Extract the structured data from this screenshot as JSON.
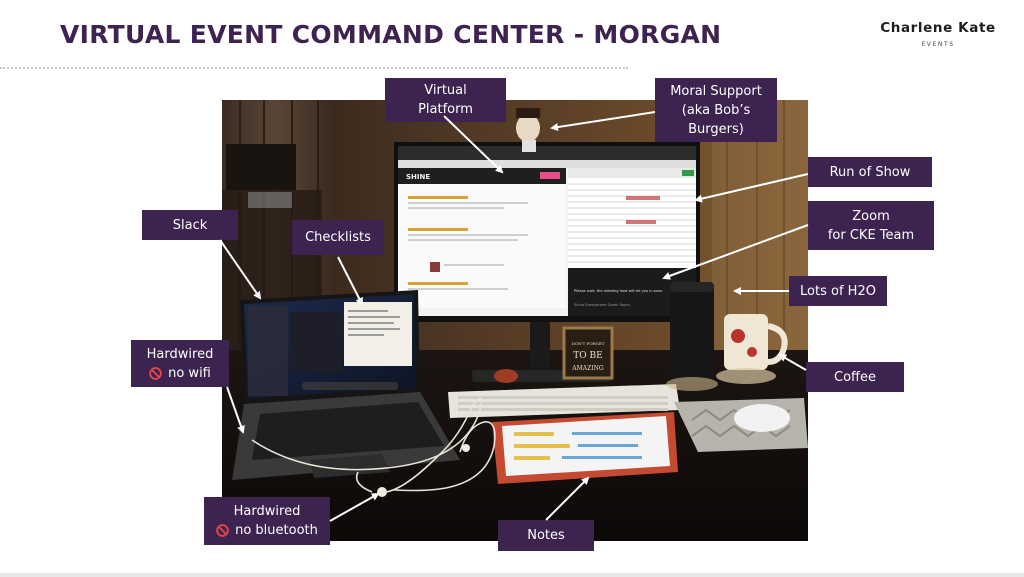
{
  "slide": {
    "title": "VIRTUAL EVENT COMMAND CENTER - MORGAN",
    "logo": {
      "name": "Charlene Kate",
      "subtitle": "EVENTS"
    }
  },
  "callouts": {
    "virtual_platform": {
      "lines": [
        "Virtual",
        "Platform"
      ]
    },
    "moral_support": {
      "lines": [
        "Moral Support",
        "(aka Bob’s",
        "Burgers)"
      ]
    },
    "run_of_show": {
      "lines": [
        "Run of Show"
      ]
    },
    "zoom": {
      "lines": [
        "Zoom",
        "for CKE Team"
      ]
    },
    "lots_of_h2o": {
      "lines": [
        "Lots of H2O"
      ]
    },
    "coffee": {
      "lines": [
        "Coffee"
      ]
    },
    "slack": {
      "lines": [
        "Slack"
      ]
    },
    "checklists": {
      "lines": [
        "Checklists"
      ]
    },
    "hardwired_wifi": {
      "lines": [
        "Hardwired",
        "no wifi"
      ]
    },
    "hardwired_bluetooth": {
      "lines": [
        "Hardwired",
        "no bluetooth"
      ]
    },
    "notes": {
      "lines": [
        "Notes"
      ]
    }
  },
  "photo": {
    "screen_texts": {
      "platform_logo": "SHINE",
      "zoom_message": "Please wait, the meeting host will let you in soon.",
      "zoom_caption": "Shine Everywhere Green Room",
      "sign_line1": "DON'T FORGET",
      "sign_line2": "TO BE",
      "sign_line3": "AMAZING"
    }
  },
  "colors": {
    "title": "#3e2351",
    "label_bg": "#3d2350",
    "label_text": "#ffffff",
    "arrow": "#ffffff"
  }
}
